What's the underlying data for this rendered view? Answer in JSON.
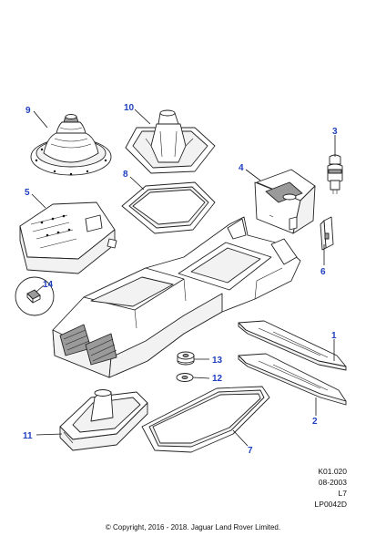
{
  "callouts": {
    "c1": "1",
    "c2": "2",
    "c3": "3",
    "c4": "4",
    "c5": "5",
    "c6": "6",
    "c7": "7",
    "c8": "8",
    "c9": "9",
    "c10": "10",
    "c11": "11",
    "c12": "12",
    "c13": "13",
    "c14": "14"
  },
  "reference": {
    "code": "K01.020",
    "date": "08-2003",
    "level": "L7",
    "drawing_id": "LP0042D"
  },
  "copyright": "© Copyright, 2016 - 2018. Jaguar Land Rover Limited.",
  "colors": {
    "callout": "#1f3fbf",
    "line": "#222222"
  }
}
